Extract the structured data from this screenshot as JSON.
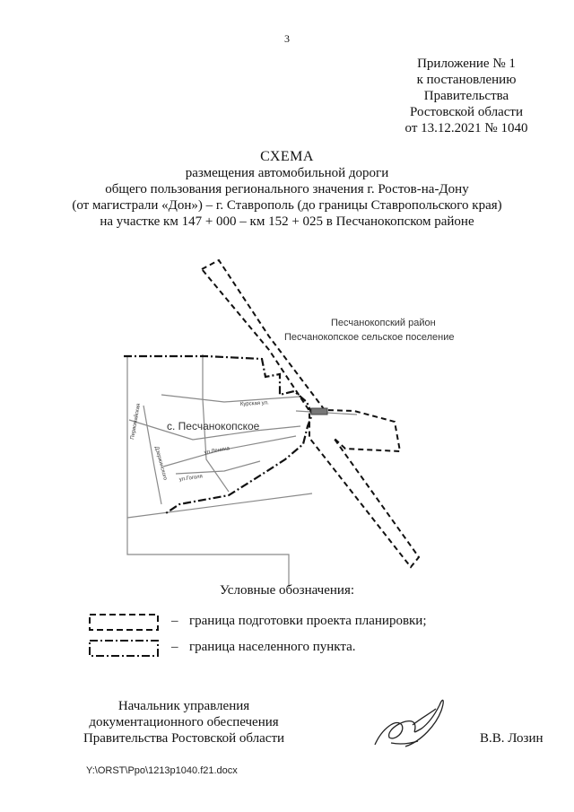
{
  "page_number": "3",
  "appendix": {
    "line1": "Приложение № 1",
    "line2": "к постановлению",
    "line3": "Правительства",
    "line4": "Ростовской области",
    "line5": "от 13.12.2021 № 1040"
  },
  "title": {
    "main": "СХЕМА",
    "line1": "размещения автомобильной дороги",
    "line2": "общего пользования регионального значения г. Ростов-на-Дону",
    "line3": "(от магистрали «Дон») – г. Ставрополь (до границы Ставропольского края)",
    "line4": "на участке км 147 + 000 – км 152 + 025 в Песчанокопском районе"
  },
  "map": {
    "district_label": "Песчанокопский район",
    "settlement_label": "Песчанокопское сельское поселение",
    "village_label": "с. Песчанокопское",
    "street_kurskaya": "Курская ул.",
    "street_gogolya": "ул.Гоголя",
    "street_lenina": "ул.Ленина",
    "street_dzerzhinskogo": "Дзержинского",
    "street_pervomayskaya": "Первомайская"
  },
  "legend": {
    "heading": "Условные обозначения:",
    "items": [
      {
        "dash": "–",
        "text": "граница подготовки проекта планировки;"
      },
      {
        "dash": "–",
        "text": "граница населенного пункта."
      }
    ]
  },
  "signature": {
    "line1": "Начальник управления",
    "line2": "документационного обеспечения",
    "line3": "Правительства Ростовской области",
    "name": "В.В. Лозин"
  },
  "footer": {
    "file_path": "Y:\\ORST\\Ppo\\1213p1040.f21.docx"
  }
}
